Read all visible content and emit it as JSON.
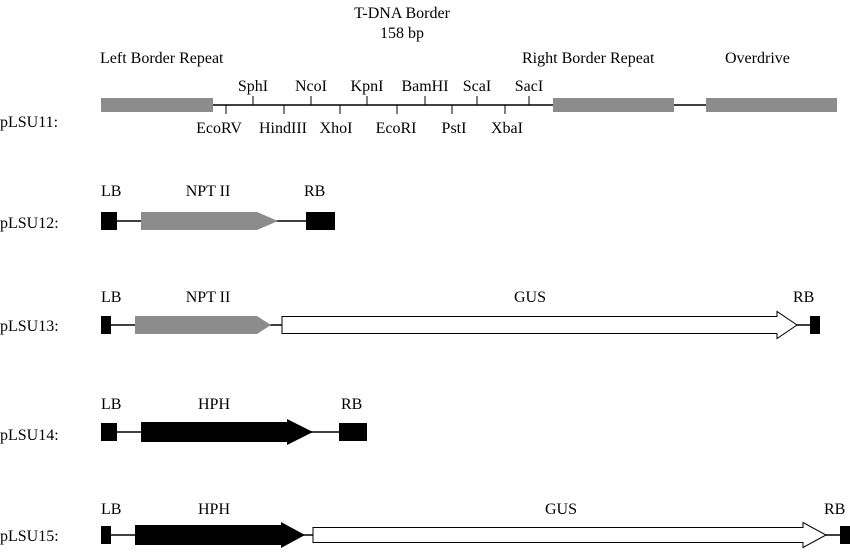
{
  "header": {
    "title": "T-DNA Border",
    "size": "158 bp"
  },
  "colors": {
    "gray_box": "#8c8c8c",
    "black_box": "#000000",
    "line": "#000000",
    "outline_arrow_fill": "#ffffff"
  },
  "constructs": [
    {
      "name": "pLSU11:",
      "region_labels": {
        "left": "Left Border Repeat",
        "right": "Right Border Repeat",
        "overdrive": "Overdrive"
      },
      "sites_top": [
        "SphI",
        "NcoI",
        "KpnI",
        "BamHI",
        "ScaI",
        "SacI"
      ],
      "sites_bottom": [
        "EcoRV",
        "HindIII",
        "XhoI",
        "EcoRI",
        "PstI",
        "XbaI"
      ]
    },
    {
      "name": "pLSU12:",
      "lb": "LB",
      "rb": "RB",
      "genes": [
        {
          "label": "NPT II"
        }
      ]
    },
    {
      "name": "pLSU13:",
      "lb": "LB",
      "rb": "RB",
      "genes": [
        {
          "label": "NPT II"
        },
        {
          "label": "GUS"
        }
      ]
    },
    {
      "name": "pLSU14:",
      "lb": "LB",
      "rb": "RB",
      "genes": [
        {
          "label": "HPH"
        }
      ]
    },
    {
      "name": "pLSU15:",
      "lb": "LB",
      "rb": "RB",
      "genes": [
        {
          "label": "HPH"
        },
        {
          "label": "GUS"
        }
      ]
    }
  ]
}
